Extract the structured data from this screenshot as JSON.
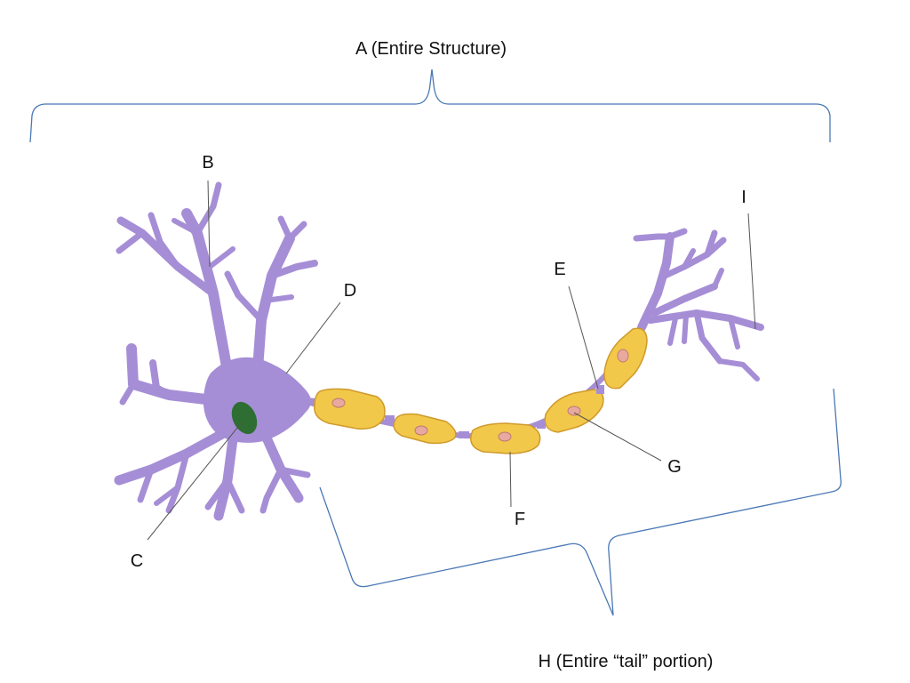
{
  "labels": {
    "a": "A (Entire Structure)",
    "b": "B",
    "c": "C",
    "d": "D",
    "e": "E",
    "f": "F",
    "g": "G",
    "h": "H (Entire “tail” portion)",
    "i": "I"
  },
  "colors": {
    "cell_body": "#a68ed6",
    "cell_outline": "#8c73c4",
    "nucleus": "#2e6e33",
    "myelin": "#f2c84b",
    "myelin_outline": "#cf9a2a",
    "schwann_nucleus": "#e7a9a0",
    "bracket": "#4a78b4",
    "leader": "#555555"
  }
}
